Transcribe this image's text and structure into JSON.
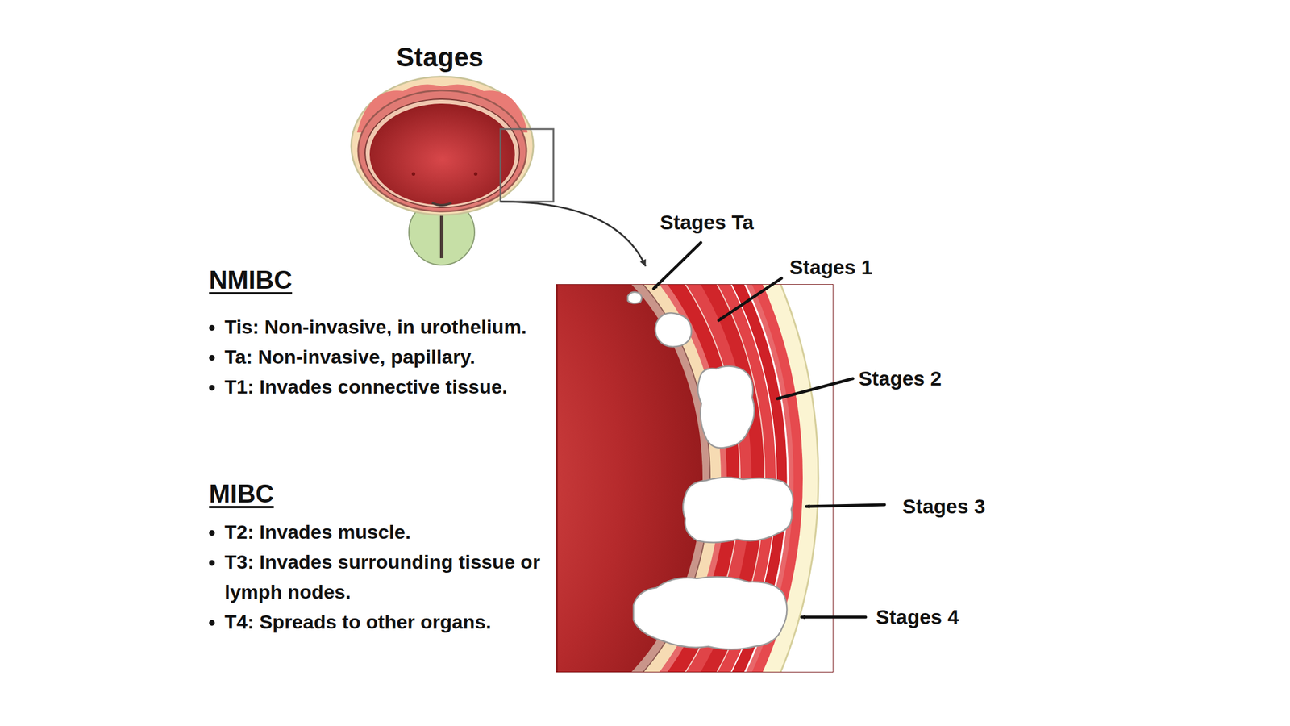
{
  "diagram": {
    "title": "Stages",
    "labels": [
      "NMIBC",
      "Tis: Non-invasive, in urothelium.",
      "Ta: Non-invasive, papillary.",
      "T1: Invades connective tissue.",
      "MIBC",
      "T2: Invades muscle.",
      "T3: Invades surrounding tissue or lymph nodes.",
      "T4: Spreads to other organs.",
      "Stages Ta",
      "Stages 1",
      "Stages 2",
      "Stages 3",
      "Stages 4"
    ]
  }
}
